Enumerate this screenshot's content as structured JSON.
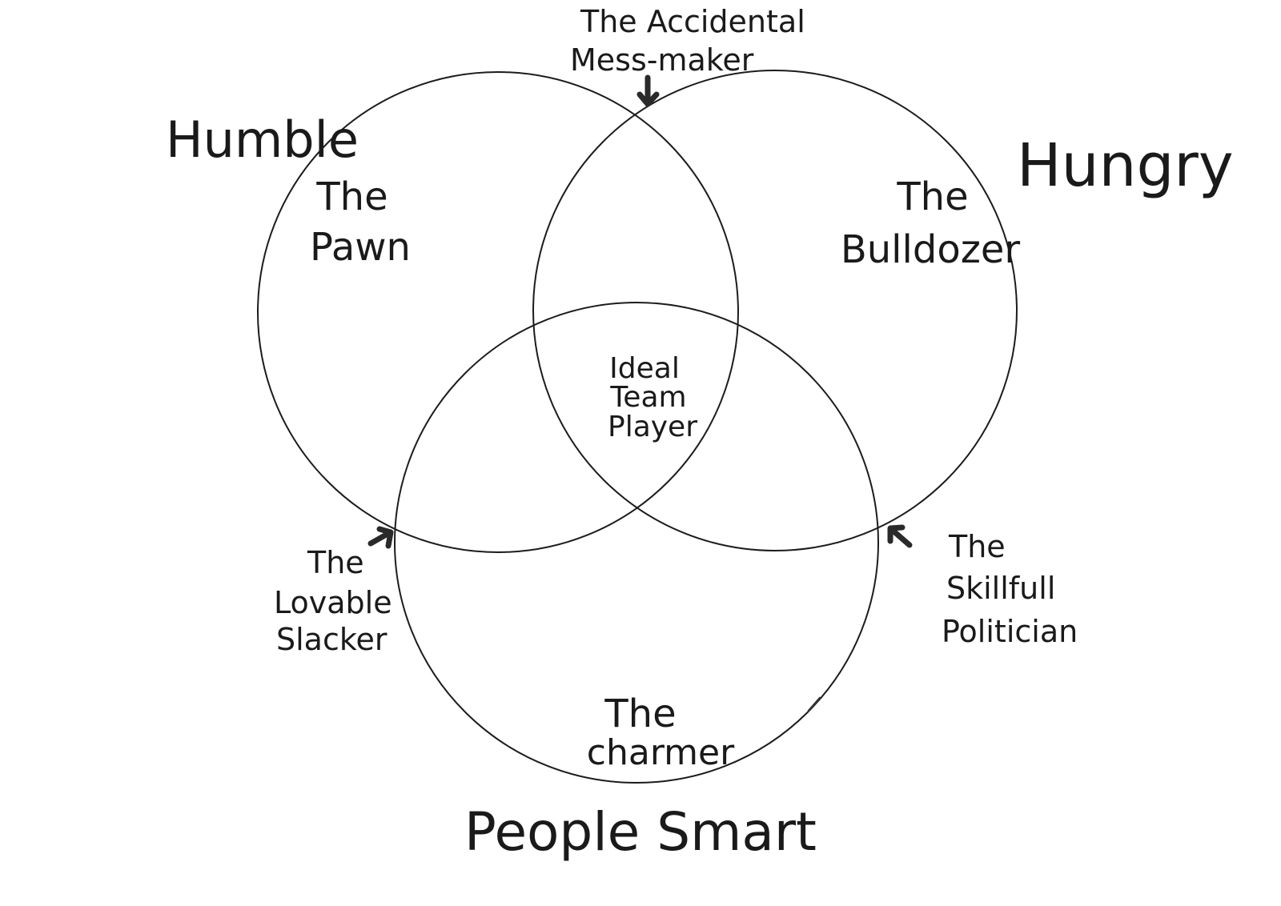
{
  "sets": {
    "humble": "Humble",
    "hungry": "Hungry",
    "people_smart": "People Smart"
  },
  "regions": {
    "pawn": [
      "The",
      "Pawn"
    ],
    "bulldozer": [
      "The",
      "Bulldozer"
    ],
    "charmer": [
      "The",
      "charmer"
    ],
    "ideal": [
      "Ideal",
      "Team",
      "Player"
    ]
  },
  "edge_labels": {
    "accidental_mess_maker": [
      "The Accidental",
      "Mess-maker"
    ],
    "lovable_slacker": [
      "The",
      "Lovable",
      "Slacker"
    ],
    "skillful_politician": [
      "The",
      "Skillfull",
      "Politician"
    ]
  },
  "colors": {
    "ink": "#1c1c1c",
    "background": "#ffffff"
  }
}
